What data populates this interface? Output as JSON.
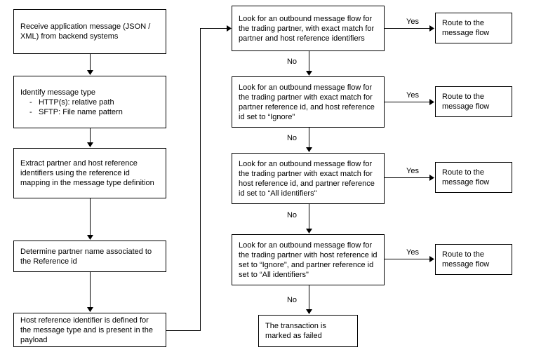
{
  "diagram": {
    "left_steps": [
      {
        "text": "Receive application message (JSON / XML) from backend systems"
      },
      {
        "title": "Identify message type",
        "bullets": [
          "HTTP(s): relative path",
          "SFTP: File name pattern"
        ]
      },
      {
        "text": "Extract partner and host reference identifiers using the reference id mapping in the message type definition"
      },
      {
        "text": "Determine partner name associated to the Reference id"
      },
      {
        "text": "Host reference identifier is defined for the message type and is present in the payload"
      }
    ],
    "decision_steps": [
      {
        "text": "Look for an outbound message flow for the trading partner, with exact match for partner and host reference identifiers"
      },
      {
        "text": "Look for an outbound message flow for the trading partner with exact match for partner reference id, and host reference id set to “Ignore\""
      },
      {
        "text": "Look for an outbound message flow for the trading partner with exact match for host reference id, and partner reference id set to “All identifiers\""
      },
      {
        "text": "Look for an outbound message flow for the trading partner with host reference id set to “Ignore\", and partner reference id set to “All identifiers\""
      }
    ],
    "route_label": "Route to the message flow",
    "fail_text": "The transaction is marked as failed",
    "yes_label": "Yes",
    "no_label": "No",
    "colors": {
      "line": "#000000",
      "text": "#000000",
      "background": "#ffffff"
    }
  }
}
